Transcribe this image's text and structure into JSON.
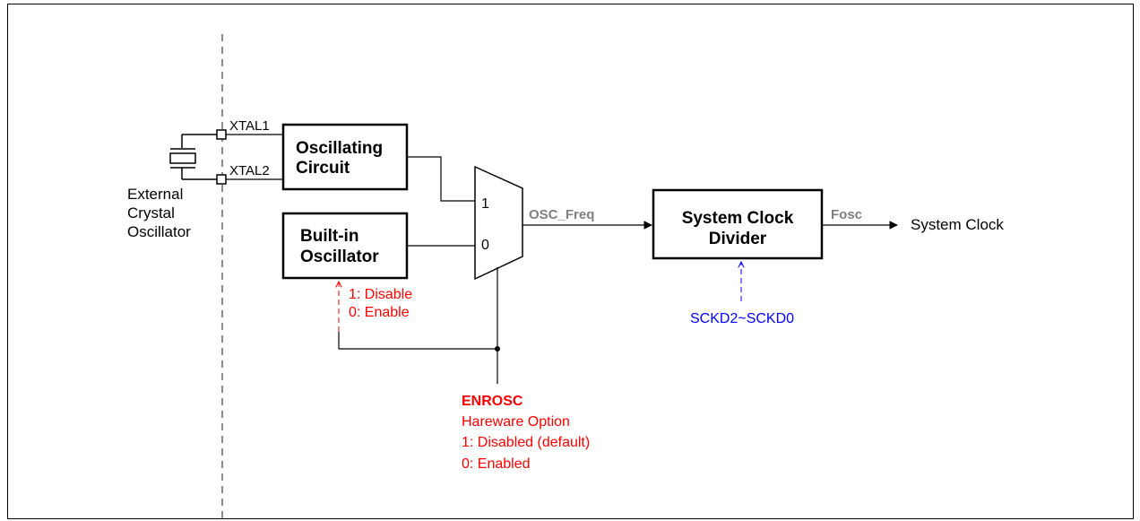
{
  "crystal": {
    "pin1": "XTAL1",
    "pin2": "XTAL2",
    "label_lines": [
      "External",
      "Crystal",
      "Oscillator"
    ]
  },
  "osc_circuit": {
    "lines": [
      "Oscillating",
      "Circuit"
    ]
  },
  "builtin_osc": {
    "lines": [
      "Built-in",
      "Oscillator"
    ]
  },
  "mux": {
    "input1": "1",
    "input0": "0",
    "output": "OSC_Freq"
  },
  "divider": {
    "lines": [
      "System Clock",
      "Divider"
    ],
    "output": "Fosc",
    "control": "SCKD2~SCKD0"
  },
  "system_clock": "System Clock",
  "builtin_control": [
    "1: Disable",
    "0: Enable"
  ],
  "enrosc": {
    "title": "ENROSC",
    "lines": [
      "Hareware Option",
      "1: Disabled (default)",
      "0: Enabled"
    ]
  },
  "colors": {
    "line": "#000000",
    "dashed": "#666666",
    "red": "#ff0000",
    "blue": "#0000ff",
    "gray_text": "#7f7f7f"
  }
}
